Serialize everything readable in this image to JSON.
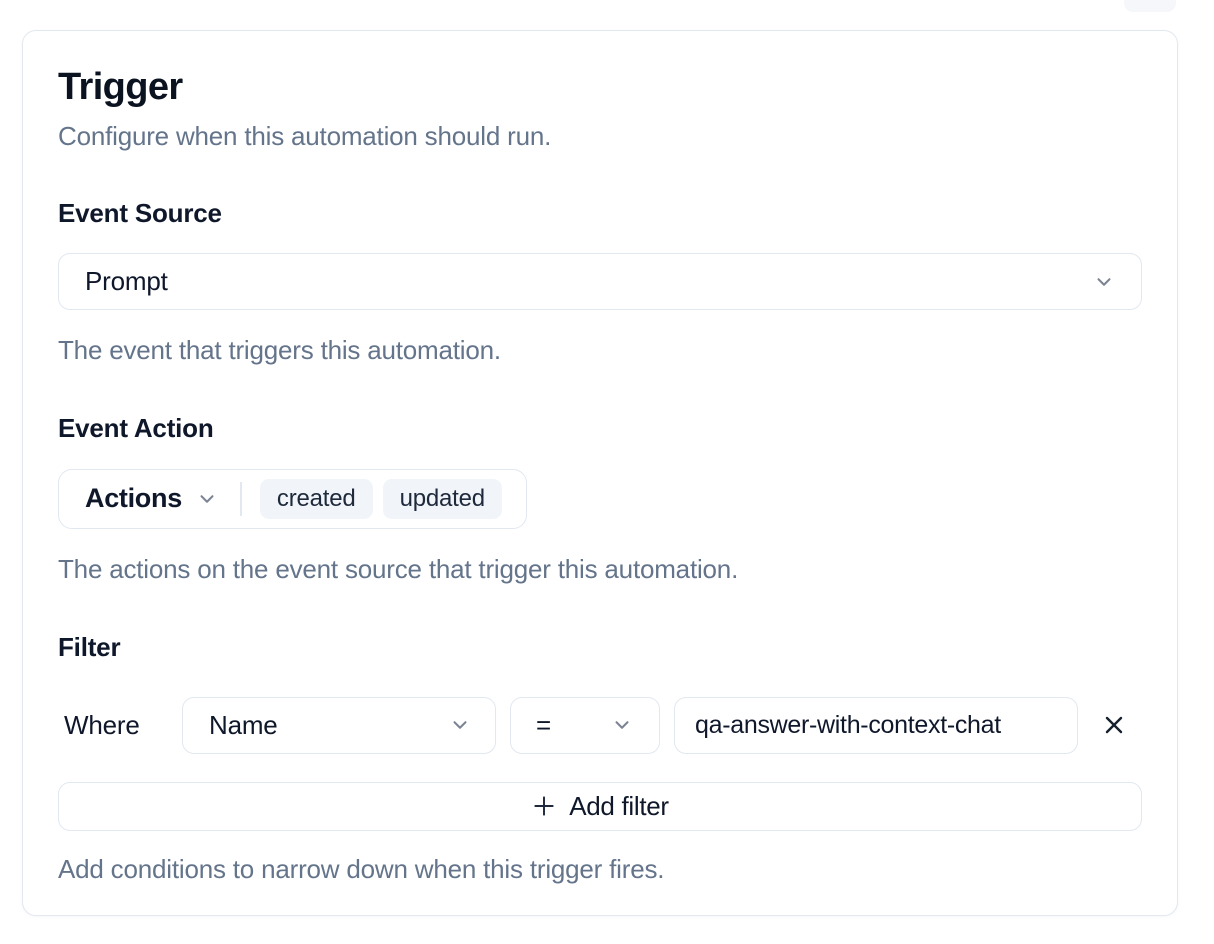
{
  "card": {
    "title": "Trigger",
    "subtitle": "Configure when this automation should run.",
    "sections": {
      "event_source": {
        "label": "Event Source",
        "selected": "Prompt",
        "help": "The event that triggers this automation."
      },
      "event_action": {
        "label": "Event Action",
        "dropdown_label": "Actions",
        "chips": [
          "created",
          "updated"
        ],
        "help": "The actions on the event source that trigger this automation."
      },
      "filter": {
        "label": "Filter",
        "where_label": "Where",
        "field_selected": "Name",
        "operator_selected": "=",
        "value": "qa-answer-with-context-chat",
        "add_button_label": "Add filter",
        "help": "Add conditions to narrow down when this trigger fires."
      }
    }
  },
  "icons": {
    "chevron_down": "chevron-down",
    "close": "x",
    "plus": "+"
  },
  "colors": {
    "border": "#e2e8f0",
    "text": "#0f172a",
    "muted": "#64748b",
    "chip_bg": "#f1f5f9",
    "card_bg": "#ffffff"
  }
}
